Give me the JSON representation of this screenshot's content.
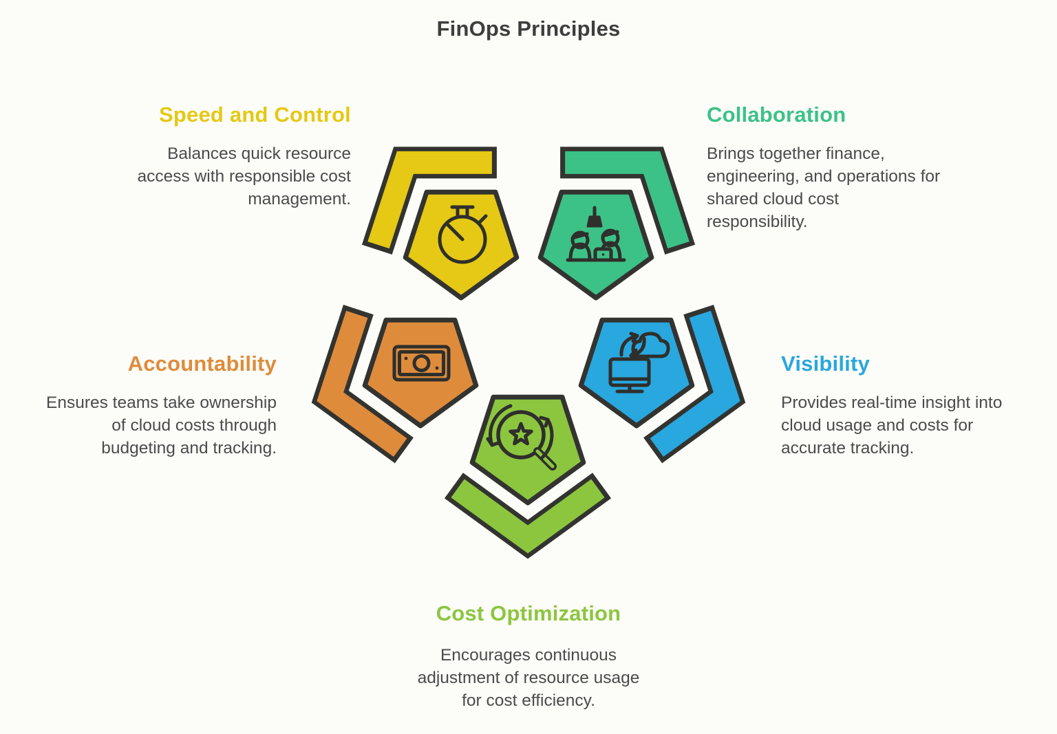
{
  "title": "FinOps Principles",
  "colors": {
    "outline": "#333330",
    "icon_stroke": "#2F2F2B",
    "body_text": "#4B4B4B",
    "title_text": "#3E3E3D",
    "background": "#FCFCF8"
  },
  "principles": [
    {
      "id": "speed-and-control",
      "label": "Speed and Control",
      "description": "Balances quick resource\naccess with responsible cost\nmanagement.",
      "color": "#E5C914",
      "icon": "stopwatch-icon"
    },
    {
      "id": "collaboration",
      "label": "Collaboration",
      "description": "Brings together finance,\nengineering, and operations for\nshared cloud cost\nresponsibility.",
      "color": "#3CC287",
      "icon": "people-desk-icon"
    },
    {
      "id": "accountability",
      "label": "Accountability",
      "description": "Ensures teams take ownership\nof cloud costs through\nbudgeting and tracking.",
      "color": "#DE8C3C",
      "icon": "banknote-icon"
    },
    {
      "id": "visibility",
      "label": "Visibility",
      "description": "Provides real-time insight into\ncloud usage and costs for\naccurate tracking.",
      "color": "#29A7DF",
      "icon": "cloud-sync-monitor-icon"
    },
    {
      "id": "cost-optimization",
      "label": "Cost Optimization",
      "description": "Encourages continuous\nadjustment of resource usage\nfor cost efficiency.",
      "color": "#8CC63F",
      "icon": "star-magnifier-refresh-icon"
    }
  ]
}
